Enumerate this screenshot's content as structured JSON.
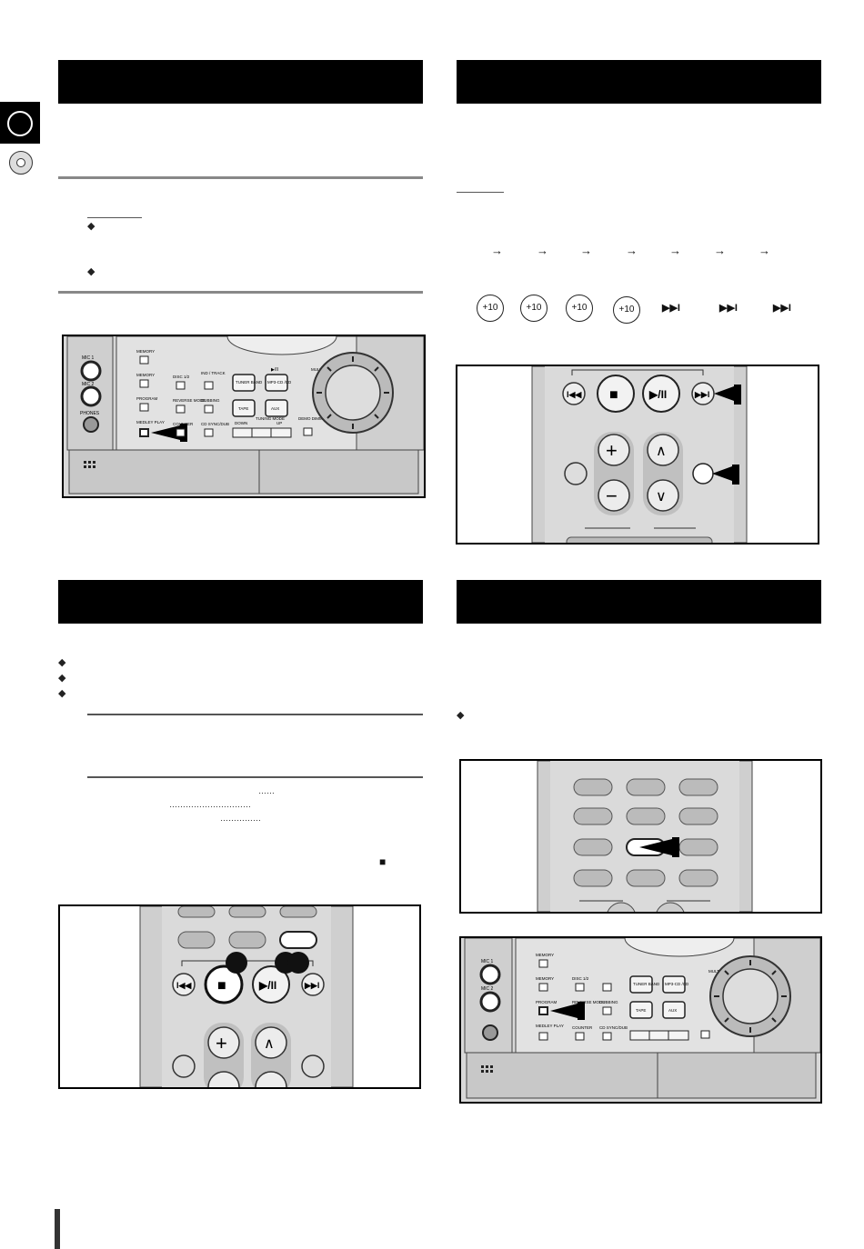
{
  "sidebar": {
    "tab_icon": "circle-outline-icon",
    "disc_icon": "disc-icon"
  },
  "sections": {
    "top_left": {
      "heading": "",
      "bullets": [
        {
          "icon": "diamond-bullet-icon",
          "text": ""
        },
        {
          "icon": "diamond-bullet-icon",
          "text": ""
        }
      ],
      "panel_labels": {
        "mic1": "MIC 1",
        "mic2": "MIC 2",
        "phones": "PHONES",
        "memory": "MEMORY",
        "memory2": "MEMORY",
        "program": "PROGRAM",
        "medley_play": "MEDLEY PLAY",
        "disc_sel": "DISC 1/2",
        "ind_sel": "IND / TRACK",
        "reverse_mode": "REVERSE MODE",
        "dubbing": "DUBBING",
        "counter": "COUNTER",
        "cd_sync": "CD SYNC/DUB",
        "down": "DOWN",
        "tuning_mode": "TUNING MODE",
        "up": "UP",
        "demo_dimmer": "DEMO DIMMER",
        "multi_jog": "MULTI JOG",
        "play_pause": "▶/II",
        "tuner_band": "TUNER BAND",
        "mp3_cd": "MP3-CD /CD",
        "tape": "TAPE",
        "aux": "AUX"
      }
    },
    "top_right": {
      "heading": "",
      "sequence_arrows": [
        "→",
        "→",
        "→",
        "→",
        "→",
        "→",
        "→"
      ],
      "buttons": [
        "+10",
        "+10",
        "+10",
        "+10",
        "▶▶I",
        "▶▶I",
        "▶▶I"
      ]
    },
    "bottom_left": {
      "heading": "",
      "bullets": [
        {
          "icon": "diamond-bullet-icon",
          "text": ""
        },
        {
          "icon": "diamond-bullet-icon",
          "text": ""
        },
        {
          "icon": "diamond-bullet-icon",
          "text": ""
        }
      ],
      "dotted_leaders": [
        "……",
        "…………………………",
        "……………"
      ],
      "stop_symbol": "■"
    },
    "bottom_right": {
      "heading": "",
      "bullets": [
        {
          "icon": "diamond-bullet-icon",
          "text": ""
        }
      ]
    }
  },
  "remote": {
    "prev": "I◀◀",
    "stop": "■",
    "play": "▶/II",
    "next": "▶▶I",
    "plus": "+",
    "minus": "−",
    "up": "∧",
    "down": "∨"
  },
  "colors": {
    "bar": "#000000",
    "panel": "#d4d4d4",
    "remote": "#cfcfcf",
    "rule": "#888888"
  }
}
